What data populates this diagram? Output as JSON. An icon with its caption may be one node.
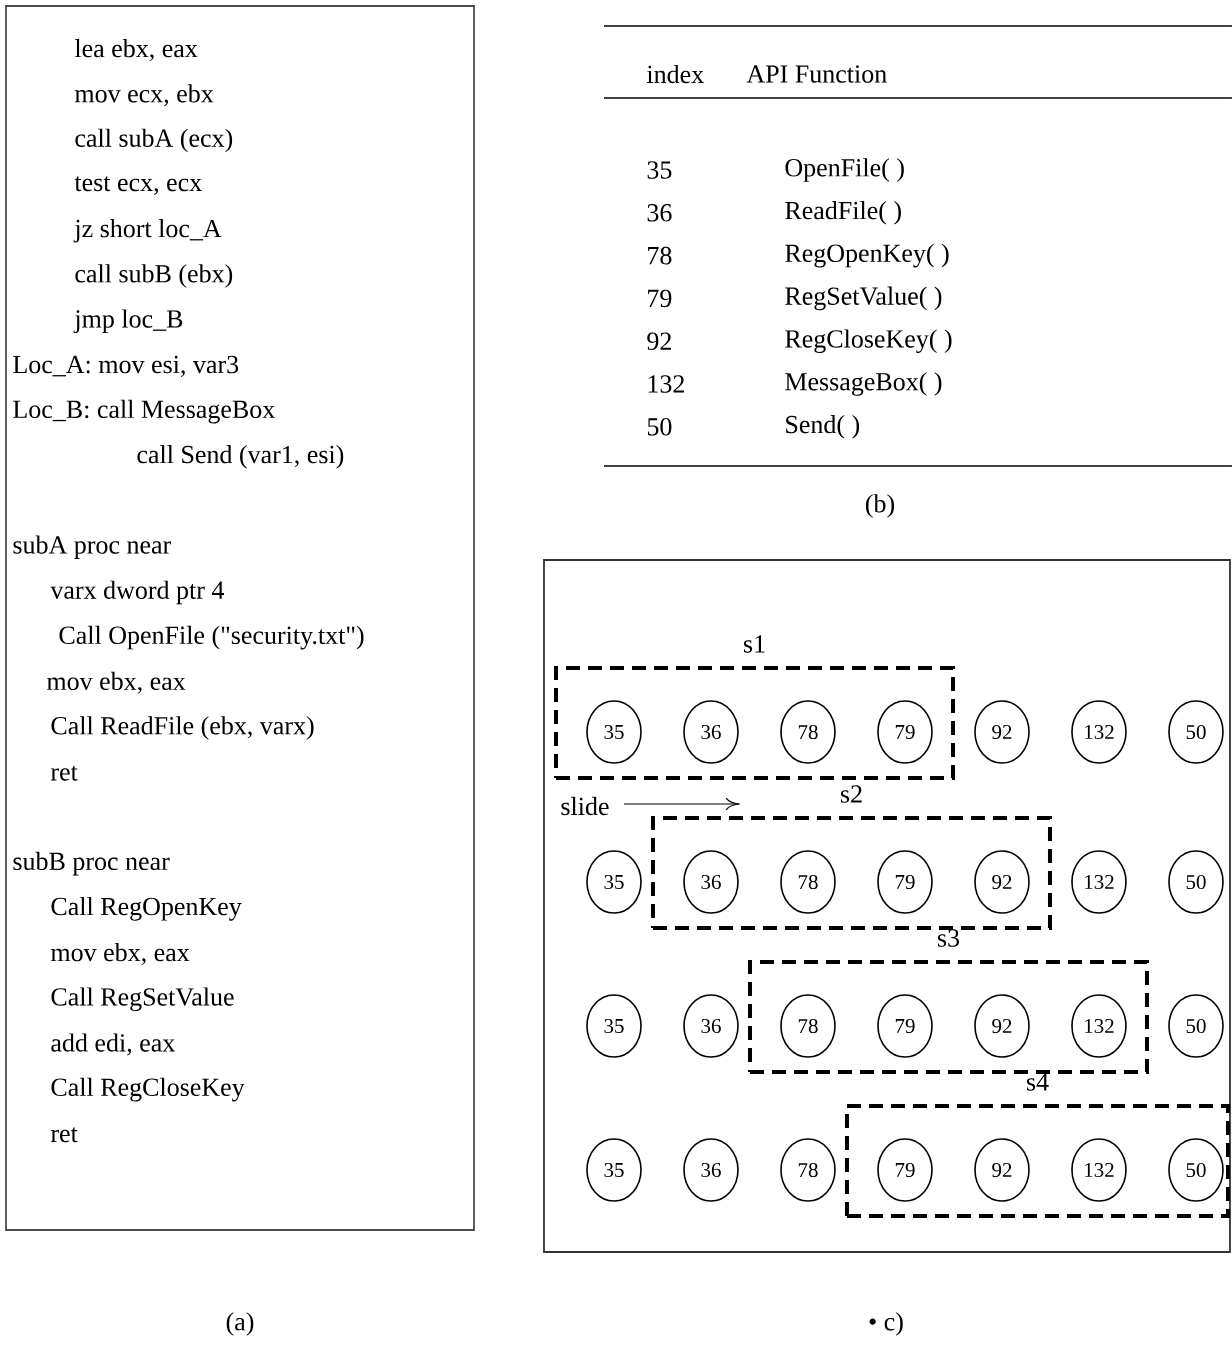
{
  "diagram": {
    "nodes": [
      {
        "text": [
          "lea ebx, eax",
          "mov ecx, ebx",
          "call subA (ecx)",
          "test ecx, ecx",
          "jz short loc_A",
          "call subB (ebx)",
          "jmp loc_B",
          "Loc_A: mov esi, var3",
          "Loc_B: call MessageBox",
          "call Send (var1, esi)",
          "subA proc near",
          "varx dword ptr 4",
          "Call OpenFile (\"security.txt\")",
          "mov ebx, eax",
          "Call ReadFile (ebx, varx)",
          "ret",
          "subB proc near",
          "Call RegOpenKey",
          "mov ebx, eax",
          "Call RegSetValue",
          "add edi, eax",
          "Call RegCloseKey",
          "ret"
        ]
      },
      {
        "text": [],
        "shape": "box"
      },
      {
        "text": [
          "s1"
        ],
        "in": 1
      },
      {
        "text": [
          "35"
        ],
        "in": 2
      },
      {
        "text": [
          "36"
        ],
        "in": 2
      },
      {
        "text": [
          "78"
        ],
        "in": 2
      },
      {
        "text": [
          "79"
        ],
        "in": 2
      },
      {
        "text": [
          "92"
        ],
        "in": 1
      },
      {
        "text": [
          "132"
        ],
        "in": 1
      },
      {
        "text": [
          "50"
        ],
        "in": 1
      },
      {
        "text": [
          "s2"
        ],
        "in": 1
      },
      {
        "text": [
          "35"
        ],
        "in": 1
      },
      {
        "text": [
          "36"
        ],
        "in": 10
      },
      {
        "text": [
          "78"
        ],
        "in": 10
      },
      {
        "text": [
          "79"
        ],
        "in": 10
      },
      {
        "text": [
          "92"
        ],
        "in": 10
      },
      {
        "text": [
          "132"
        ],
        "in": 1
      },
      {
        "text": [
          "50"
        ],
        "in": 1
      },
      {
        "text": [
          "s3"
        ],
        "in": 1
      },
      {
        "text": [
          "35"
        ],
        "in": 1
      },
      {
        "text": [
          "36"
        ],
        "in": 1
      },
      {
        "text": [
          "78"
        ],
        "in": 18
      },
      {
        "text": [
          "79"
        ],
        "in": 18
      },
      {
        "text": [
          "92"
        ],
        "in": 18
      },
      {
        "text": [
          "132"
        ],
        "in": 18
      },
      {
        "text": [
          "50"
        ],
        "in": 1
      },
      {
        "text": [
          "s4"
        ],
        "in": 1
      },
      {
        "text": [
          "35"
        ],
        "in": 1
      },
      {
        "text": [
          "36"
        ],
        "in": 1
      },
      {
        "text": [
          "78"
        ],
        "in": 1
      },
      {
        "text": [
          "79"
        ],
        "in": 26
      },
      {
        "text": [
          "92"
        ],
        "in": 26
      },
      {
        "text": [
          "132"
        ],
        "in": 26
      },
      {
        "text": [
          "50"
        ],
        "in": 26
      }
    ],
    "labels": [
      "index",
      "API Function",
      "35",
      "OpenFile( )",
      "36",
      "ReadFile( )",
      "78",
      "RegOpenKey( )",
      "79",
      "RegSetValue( )",
      "92",
      "RegCloseKey( )",
      "132",
      "MessageBox( )",
      "50",
      "Send( )",
      "(b)",
      "slide",
      "(a)",
      "• c)"
    ]
  }
}
